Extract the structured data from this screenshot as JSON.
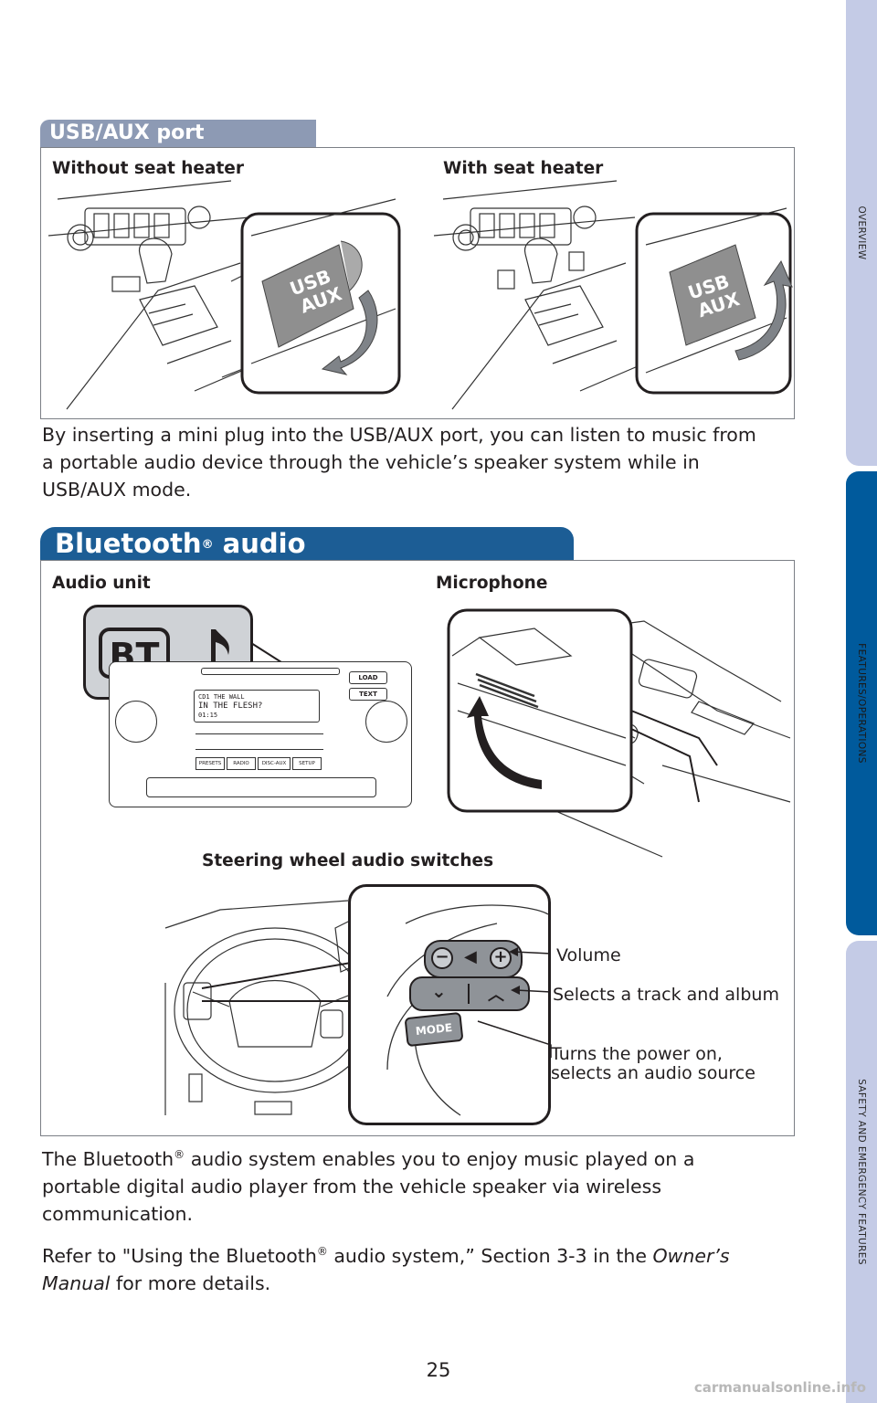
{
  "side_tabs": [
    "OVERVIEW",
    "FEATURES/OPERATIONS",
    "SAFETY AND EMERGENCY FEATURES"
  ],
  "usb_section": {
    "heading": "USB/AUX port",
    "caption_left": "Without seat heater",
    "caption_right": "With seat heater",
    "port_label_line1": "USB",
    "port_label_line2": "AUX",
    "description": "By inserting a mini plug into the USB/AUX port, you can listen to music from a portable audio device through the vehicle’s speaker system while in USB/AUX mode."
  },
  "bt_section": {
    "heading": "Bluetooth",
    "heading_reg": "®",
    "heading_suffix": " audio",
    "caption_audio_unit": "Audio unit",
    "caption_microphone": "Microphone",
    "caption_steering": "Steering wheel audio switches",
    "bt_badge": "BT",
    "bt_note_icon": "music-note-icon",
    "radio_buttons": [
      "LOAD",
      "TEXT",
      "PRESETS",
      "RADIO",
      "DISC-AUX",
      "SETUP"
    ],
    "radio_display_line1": "CD1  THE  WALL",
    "radio_display_line2": "IN  THE  FLESH?",
    "radio_display_time": "01:15",
    "mode_button": "MODE",
    "callout_volume": "Volume",
    "callout_track": "Selects a track and album",
    "callout_mode_line1": "Turns the power on,",
    "callout_mode_line2": "selects an audio source",
    "para1_a": "The Bluetooth",
    "para1_reg": "®",
    "para1_b": " audio system enables you to enjoy music played on a portable digital audio player from the vehicle speaker via wireless communication.",
    "para2_a": "Refer to \"Using the Bluetooth",
    "para2_reg": "®",
    "para2_b": " audio system,” Section 3-3 in the ",
    "para2_italic": "Owner’s Manual",
    "para2_c": " for more details."
  },
  "page_number": "25",
  "watermark": "carmanualsonline.info",
  "colors": {
    "heading_gray": "#8d9ab4",
    "heading_blue": "#1c5d95",
    "tab_light": "#c4cbe6",
    "tab_active": "#005a9c",
    "badge_gray": "#cfd2d6"
  }
}
